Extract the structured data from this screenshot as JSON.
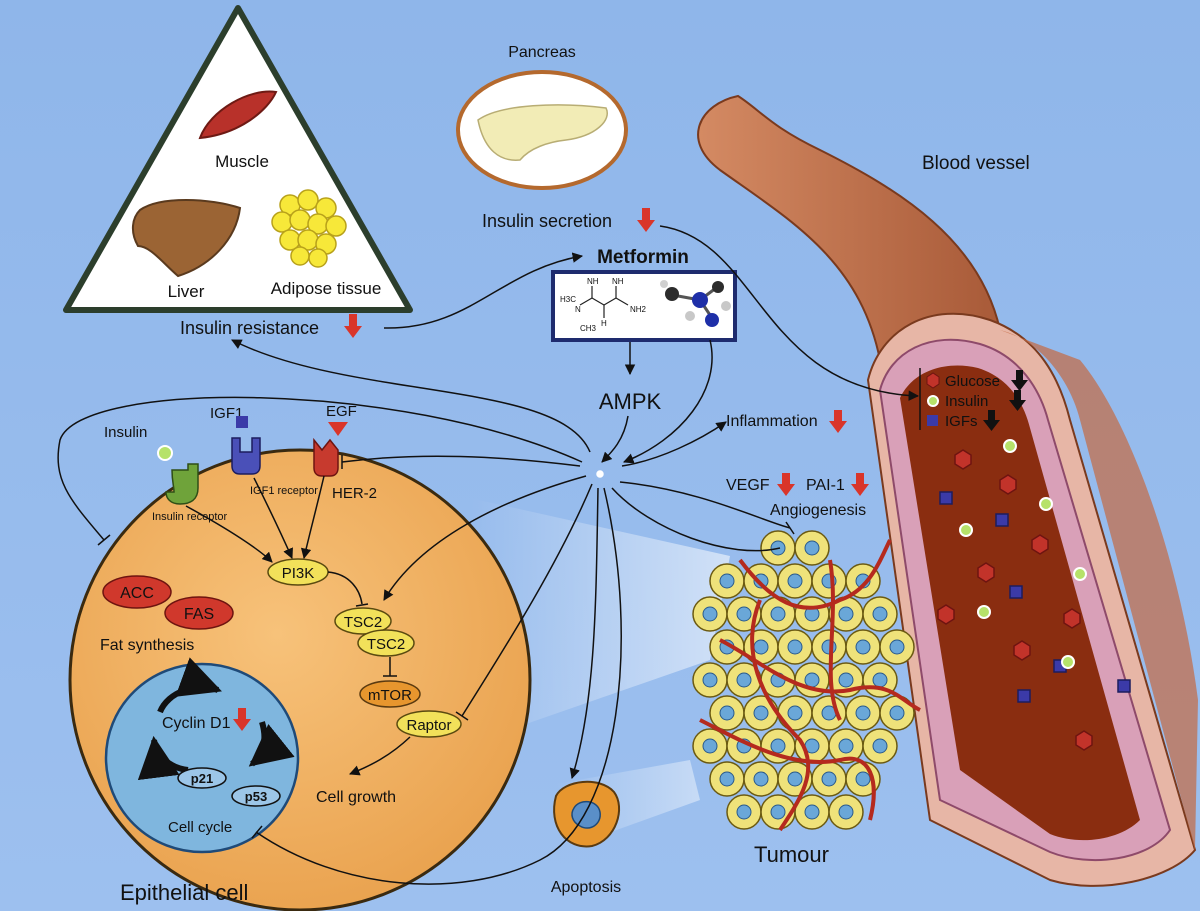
{
  "organs": {
    "muscle": "Muscle",
    "liver": "Liver",
    "adipose": "Adipose tissue",
    "pancreas": "Pancreas"
  },
  "labels": {
    "insulin_secretion": "Insulin secretion",
    "insulin_resistance": "Insulin resistance",
    "metformin": "Metformin",
    "ampk": "AMPK",
    "inflammation": "Inflammation",
    "vegf": "VEGF",
    "pai1": "PAI-1",
    "angiogenesis": "Angiogenesis",
    "blood_vessel": "Blood vessel",
    "tumour": "Tumour",
    "apoptosis": "Apoptosis",
    "epithelial_cell": "Epithelial cell"
  },
  "cell": {
    "insulin": "Insulin",
    "igf1": "IGF1",
    "egf": "EGF",
    "insulin_receptor": "Insulin receptor",
    "igf1_receptor": "IGF1 receptor",
    "her2": "HER-2",
    "pi3k": "PI3K",
    "tsc2_a": "TSC2",
    "tsc2_b": "TSC2",
    "mtor": "mTOR",
    "raptor": "Raptor",
    "acc": "ACC",
    "fas": "FAS",
    "fat_synthesis": "Fat synthesis",
    "cell_growth": "Cell growth",
    "cyclin": "Cyclin D1",
    "p21": "p21",
    "p53": "p53",
    "cell_cycle": "Cell cycle"
  },
  "legend": {
    "glucose": "Glucose",
    "insulin": "Insulin",
    "igfs": "IGFs"
  },
  "molecule": {
    "h3c": "H3C",
    "ch3": "CH3",
    "nh": "NH",
    "nh2": "NH2",
    "n": "N",
    "h": "H"
  },
  "colors": {
    "background": "#91b8ea",
    "cell": "#f2b15e",
    "nucleus": "#7fb6de",
    "down_arrow": "#d9352a",
    "vessel": "#c0704a",
    "lumen": "#8a2d10",
    "tumour_cell": "#efe27a"
  }
}
